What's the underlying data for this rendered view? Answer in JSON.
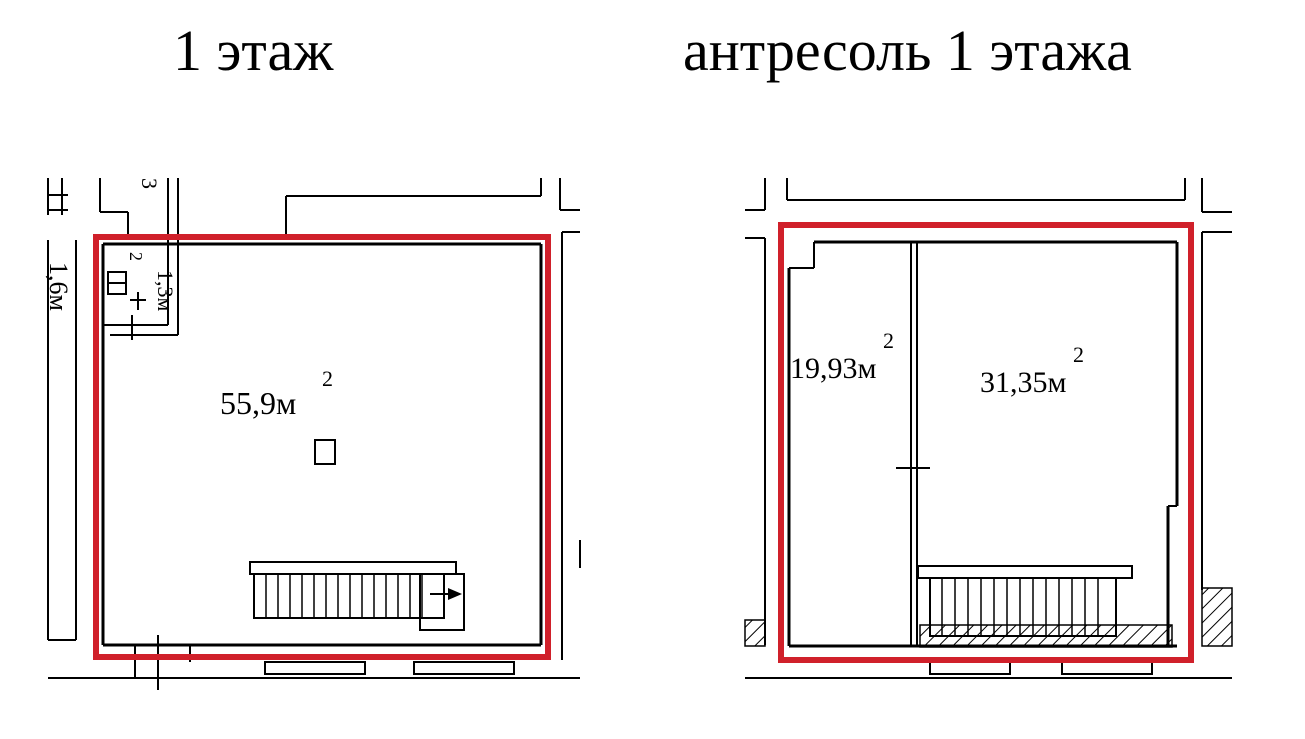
{
  "left_plan": {
    "title": "1 этаж",
    "room_area": "55,9м",
    "room_area_sup": "2",
    "wc_width": "1,3м",
    "wc_width_sup": "2",
    "wc_top_label": "3",
    "corridor_width": "1,6м"
  },
  "right_plan": {
    "title": "антресоль 1 этажа",
    "room_left_area": "19,93м",
    "room_left_sup": "2",
    "room_right_area": "31,35м",
    "room_right_sup": "2"
  },
  "colors": {
    "highlight": "#d0202a",
    "lines": "#000000"
  }
}
